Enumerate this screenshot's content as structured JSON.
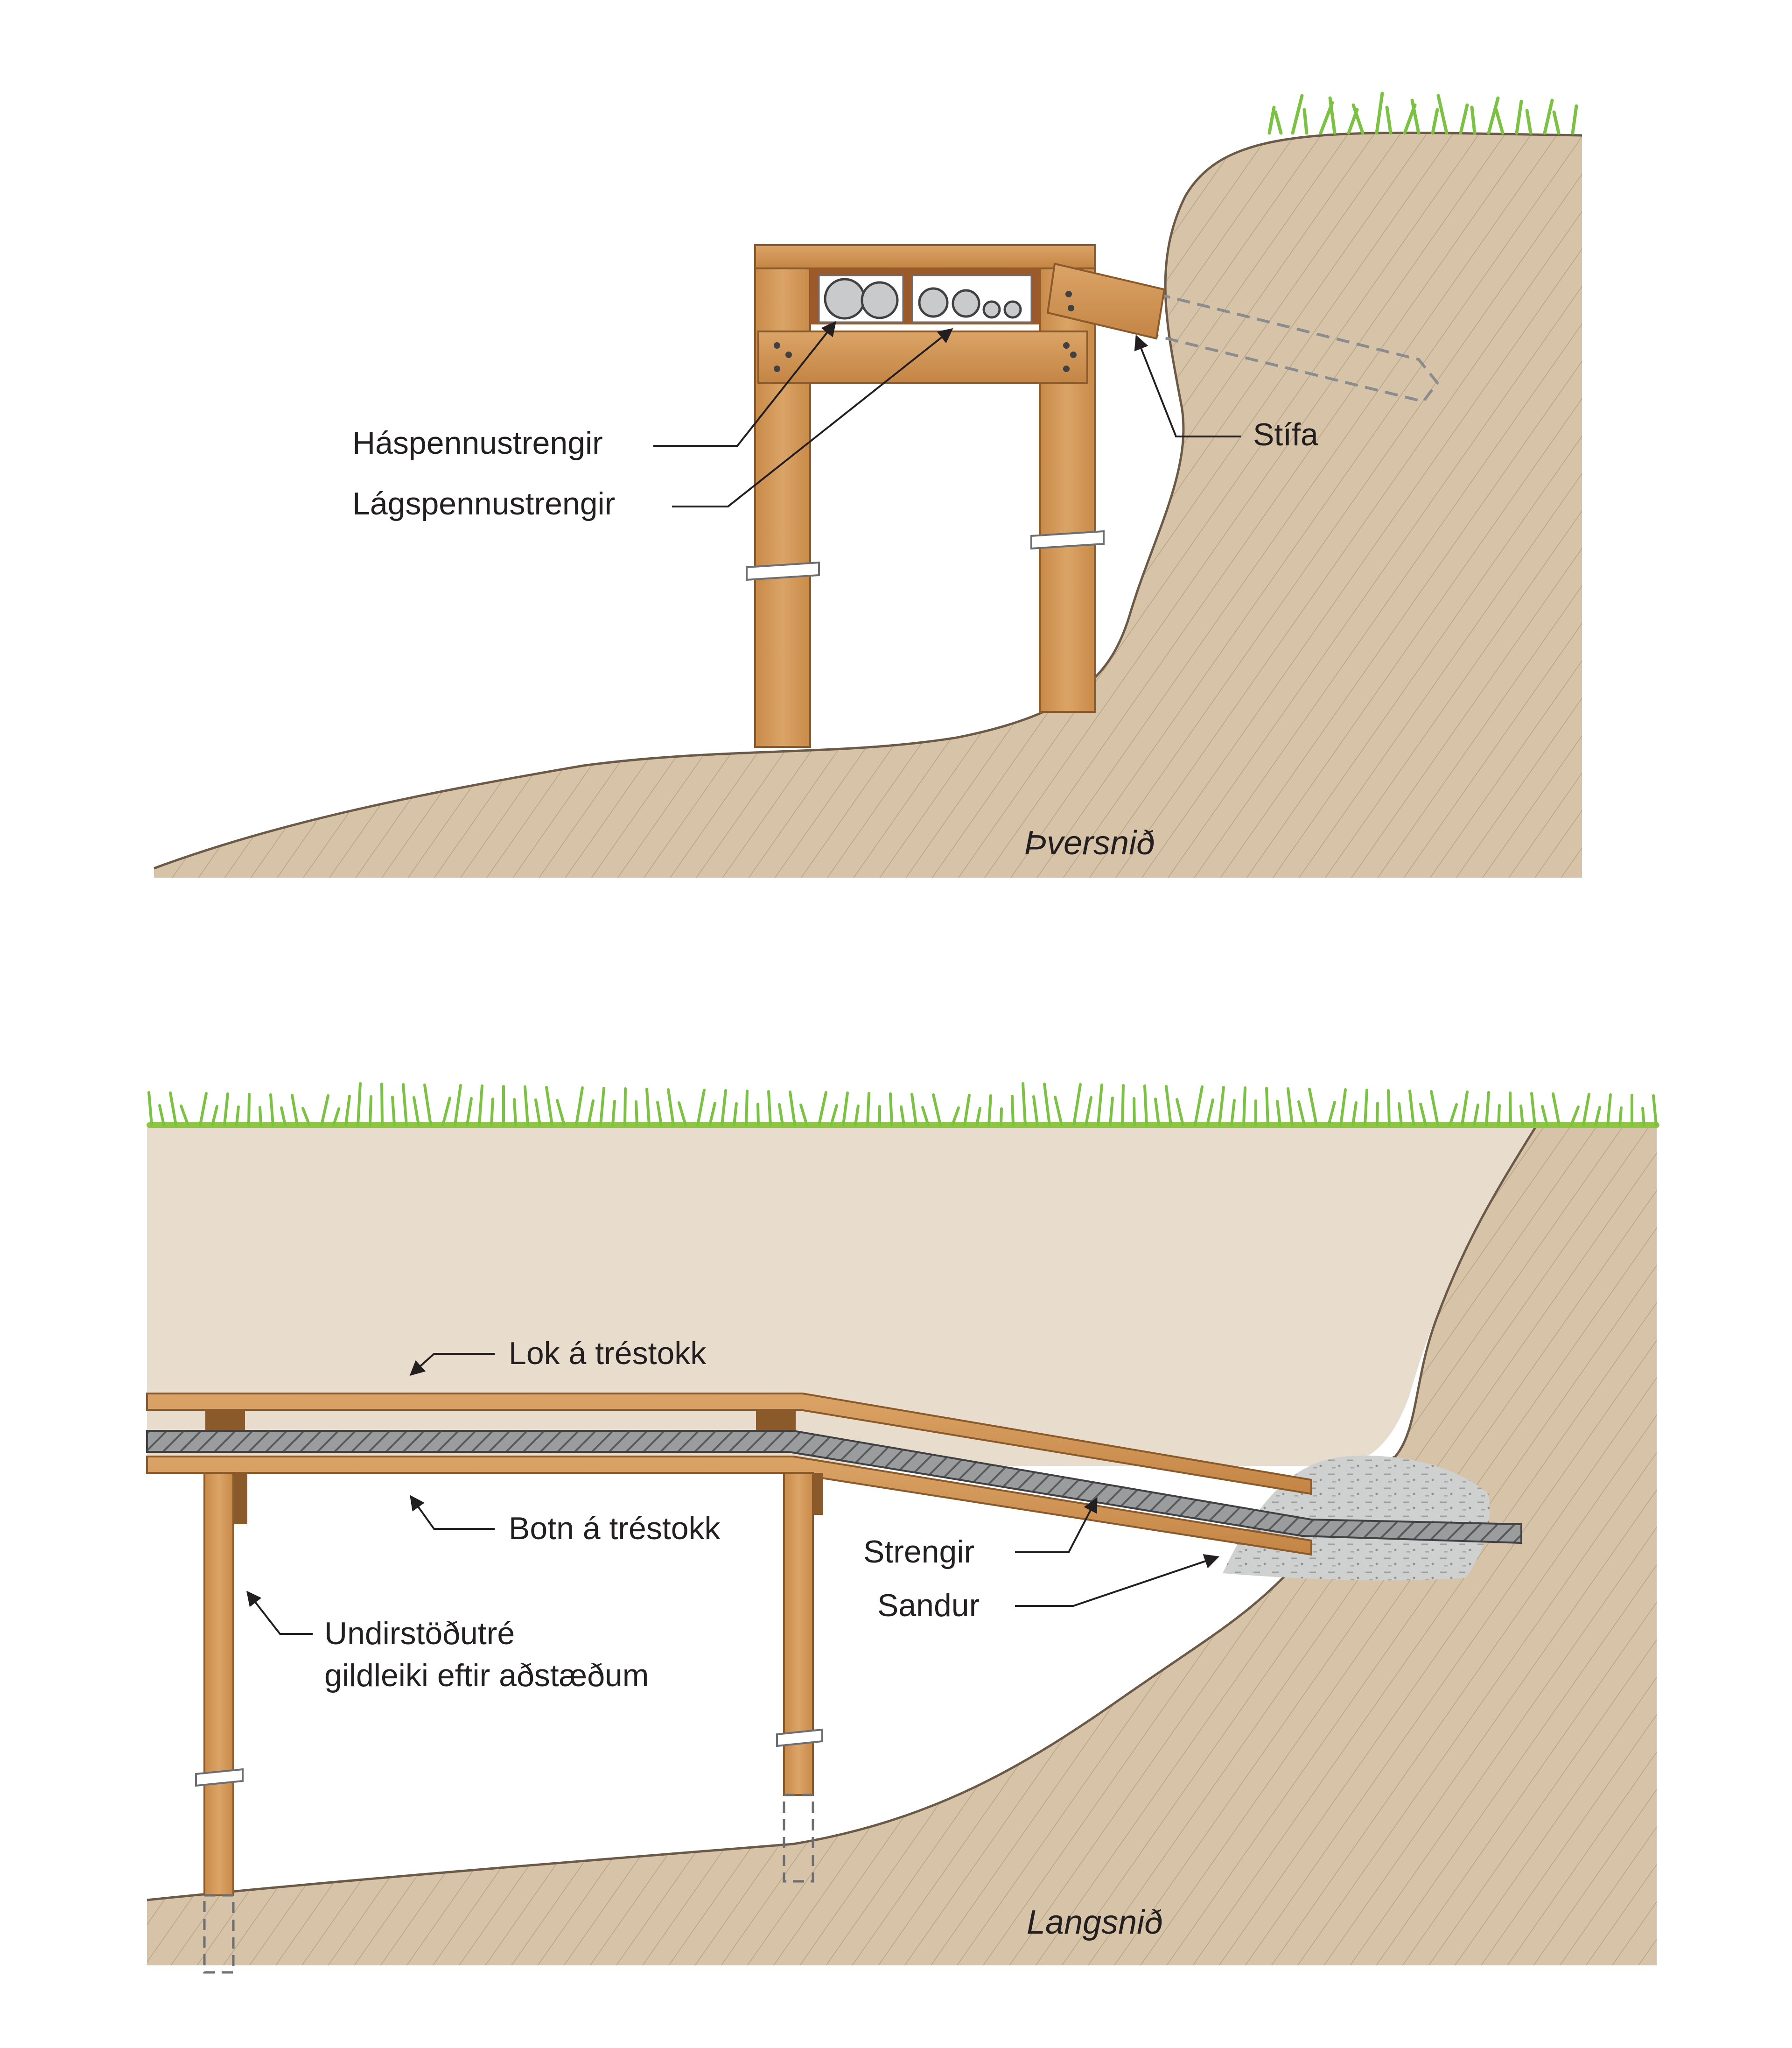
{
  "cross_section": {
    "caption": "Þversnið",
    "labels": {
      "high_voltage": "Háspennustrengir",
      "low_voltage": "Lágspennustrengir",
      "brace": "Stífa"
    }
  },
  "long_section": {
    "caption": "Langsnið",
    "labels": {
      "lid": "Lok á tréstokk",
      "bottom": "Botn á tréstokk",
      "support_line1": "Undirstöðutré",
      "support_line2": "gildleiki eftir aðstæðum",
      "cables": "Strengir",
      "sand": "Sandur"
    }
  },
  "colors": {
    "soil": "#d7c4a8",
    "soil_hatch": "#a8937a",
    "wood": "#d19a5b",
    "wood_dark": "#8b5a2b",
    "grass": "#7cc242",
    "sand": "#c8c9c9",
    "cable": "#6d6e71",
    "text": "#231f20"
  }
}
